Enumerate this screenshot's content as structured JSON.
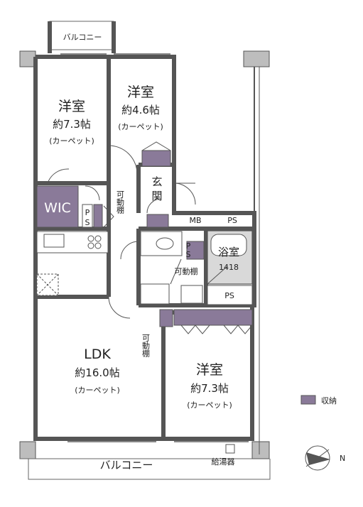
{
  "rooms": {
    "bedroom_left": {
      "name": "洋室",
      "size": "約7.3帖",
      "floor": "(カーペット)"
    },
    "bedroom_top": {
      "name": "洋室",
      "size": "約4.6帖",
      "floor": "(カーペット)"
    },
    "ldk": {
      "name": "LDK",
      "size": "約16.0帖",
      "floor": "(カーペット)"
    },
    "bedroom_right": {
      "name": "洋室",
      "size": "約7.3帖",
      "floor": "(カーペット)"
    },
    "bath": {
      "name": "浴室",
      "size": "1418"
    },
    "entrance": {
      "name_top": "玄",
      "name_bottom": "関"
    },
    "wic": {
      "name": "WIC"
    }
  },
  "labels": {
    "balcony_top": "バルコニー",
    "balcony_bottom": "バルコニー",
    "mb": "MB",
    "ps_top": "PS",
    "ps_lower": "PS",
    "ps_wic_1": "P",
    "ps_wic_2": "S",
    "ps_bath_1": "P",
    "ps_bath_2": "S",
    "movable_shelf_1": "可動棚",
    "movable_shelf_2": "可動棚",
    "movable_shelf_3": "可動棚",
    "water_heater": "給湯器"
  },
  "legend": {
    "storage_label": "収納",
    "storage_color": "#8a7a99"
  },
  "compass": {
    "direction": "N"
  },
  "colors": {
    "wall": "#555555",
    "storage": "#8a7a99",
    "tile": "#d9d9d9"
  }
}
